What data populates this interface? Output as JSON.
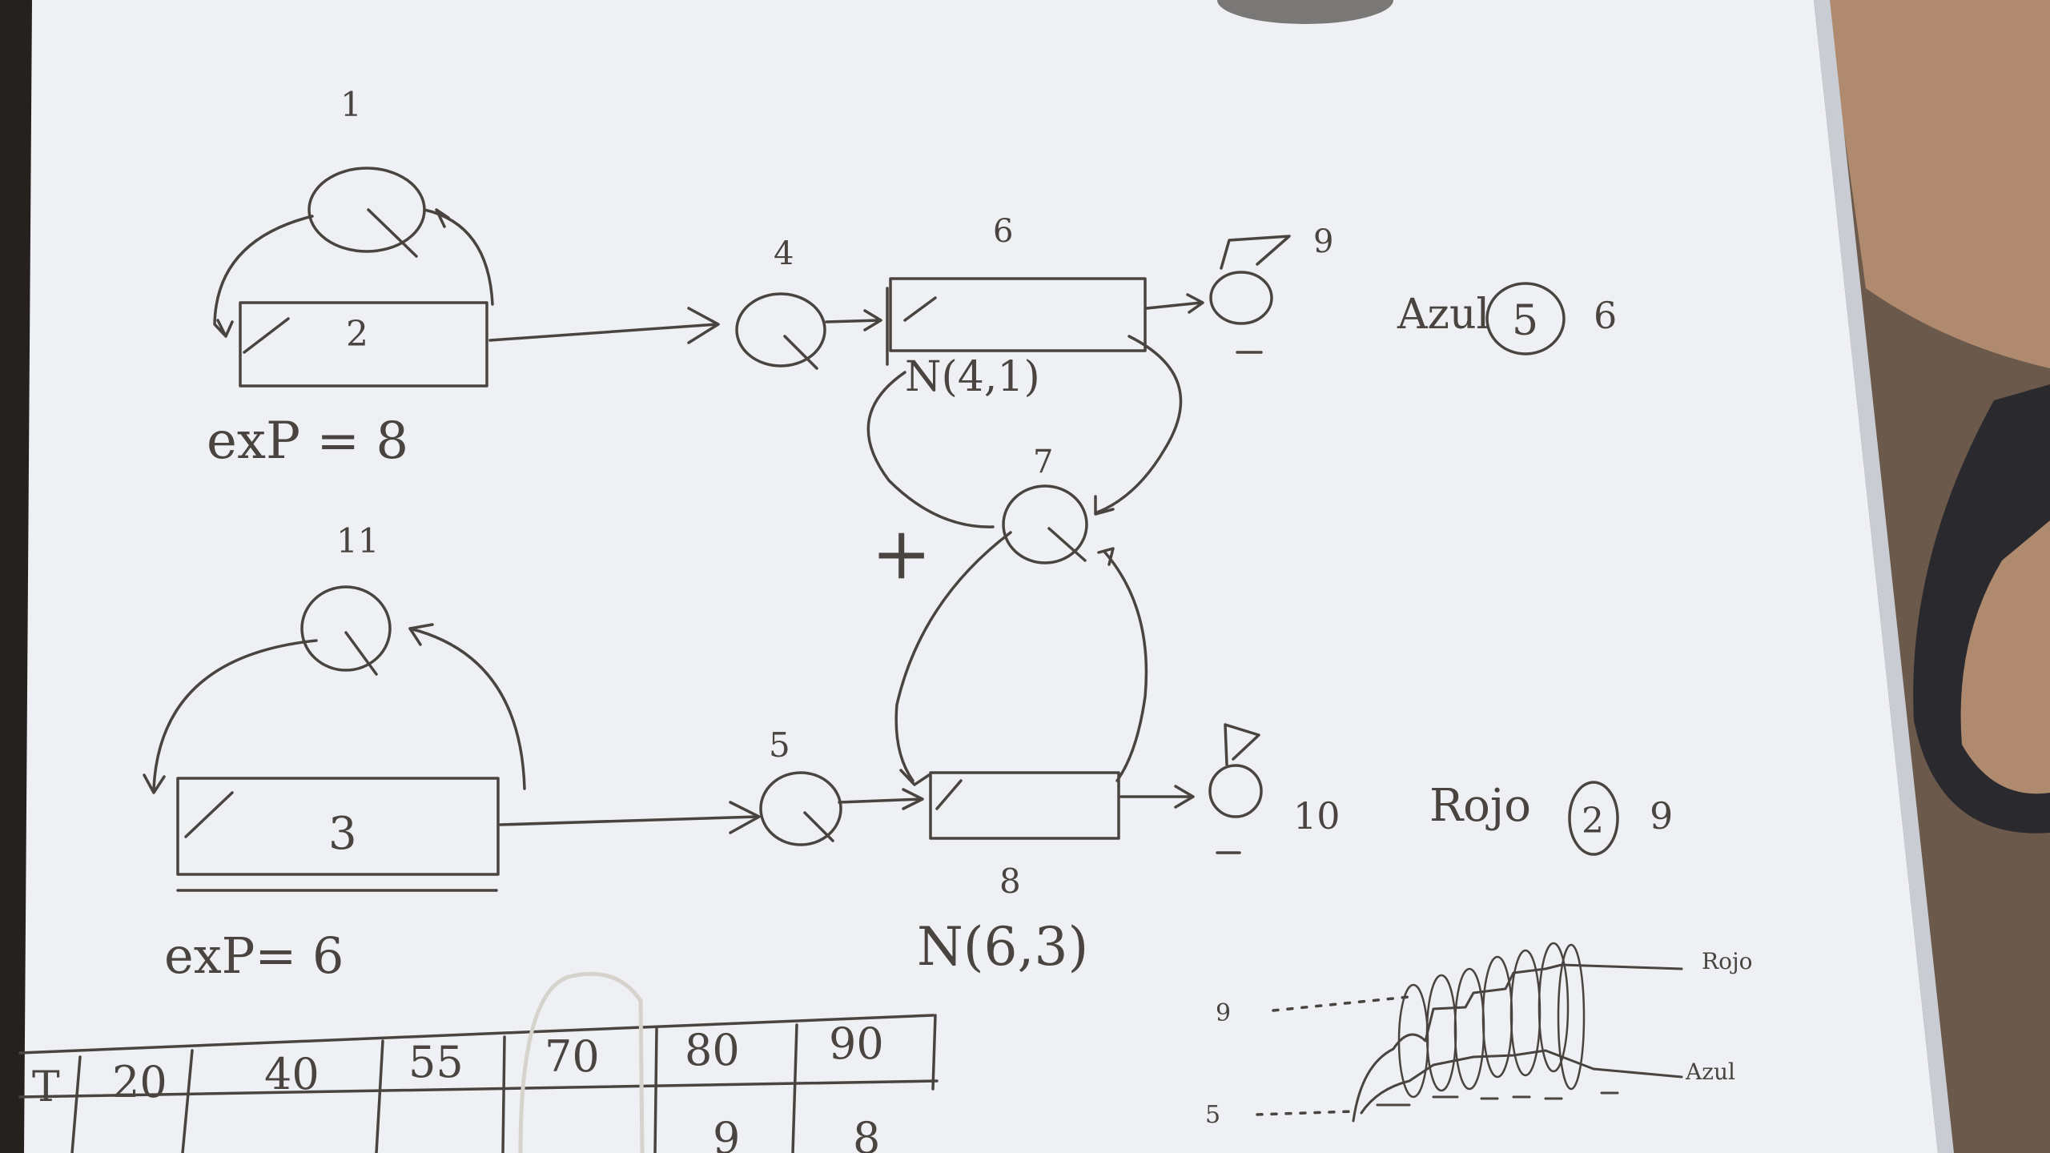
{
  "colors": {
    "paper": "#eef0f3",
    "ink": "#4a4440",
    "floor": "#6b5a4c",
    "skin": "#b08a6e",
    "sandal": "#2a2a2e"
  },
  "top_network": {
    "source_number": "1",
    "queue_number": "2",
    "source_exp": "exP = 8",
    "server_number": "4",
    "activity_number": "6",
    "activity_distribution": "N(4,1)",
    "sink_number": "9",
    "sink_label": "Azul",
    "sink_circled": "5",
    "sink_extra": "6"
  },
  "bottom_network": {
    "source_number": "11",
    "queue_number": "3",
    "source_exp": "exP= 6",
    "server_number": "5",
    "activity_number": "8",
    "activity_distribution": "N(6,3)",
    "sink_number": "10",
    "sink_label": "Rojo",
    "sink_circled": "2",
    "sink_extra": "9"
  },
  "middle": {
    "resource_number": "7",
    "plus_sign": "+"
  },
  "table": {
    "first_header": "T",
    "headers": [
      "20",
      "40",
      "55",
      "70",
      "80",
      "90"
    ],
    "values": [
      "",
      "",
      "",
      "",
      "9",
      "8"
    ]
  },
  "sketch_graph": {
    "y_labels": [
      "9",
      "5"
    ],
    "series_labels": [
      "Rojo",
      "Azul"
    ]
  }
}
